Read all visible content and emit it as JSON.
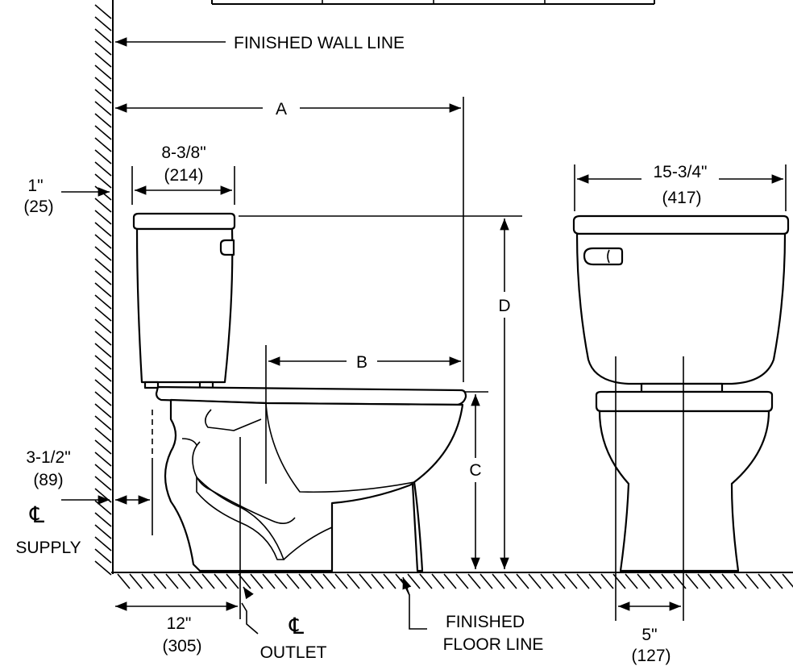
{
  "labels": {
    "finished_wall_line": "FINISHED WALL LINE",
    "finished_floor_line_1": "FINISHED",
    "finished_floor_line_2": "FLOOR LINE",
    "dim_a": "A",
    "dim_b": "B",
    "dim_c": "C",
    "dim_d": "D",
    "tank_depth_in": "8-3/8\"",
    "tank_depth_mm": "(214)",
    "wall_gap_in": "1\"",
    "wall_gap_mm": "(25)",
    "supply_offset_in": "3-1/2\"",
    "supply_offset_mm": "(89)",
    "supply_cl": "℄",
    "supply_label": "SUPPLY",
    "outlet_offset_in": "12\"",
    "outlet_offset_mm": "(305)",
    "outlet_cl": "℄",
    "outlet_label": "OUTLET",
    "tank_width_in": "15-3/4\"",
    "tank_width_mm": "(417)",
    "bolt_spacing_in": "5\"",
    "bolt_spacing_mm": "(127)"
  }
}
